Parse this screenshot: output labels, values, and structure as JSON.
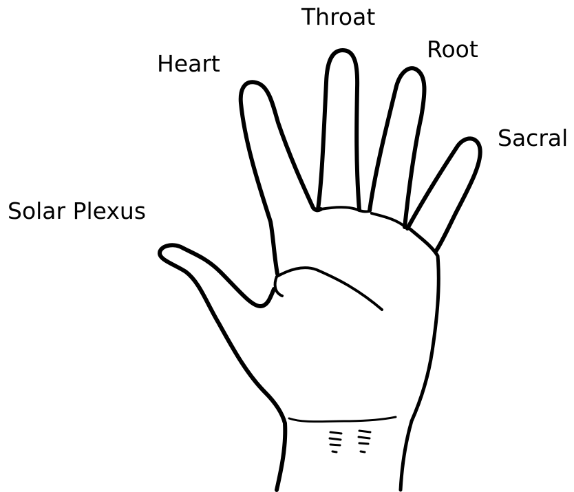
{
  "labels": {
    "throat": "Throat",
    "heart": "Heart",
    "root": "Root",
    "sacral": "Sacral",
    "solar_plexus": "Solar Plexus"
  },
  "colors": {
    "ink": "#000000",
    "background": "#ffffff"
  }
}
